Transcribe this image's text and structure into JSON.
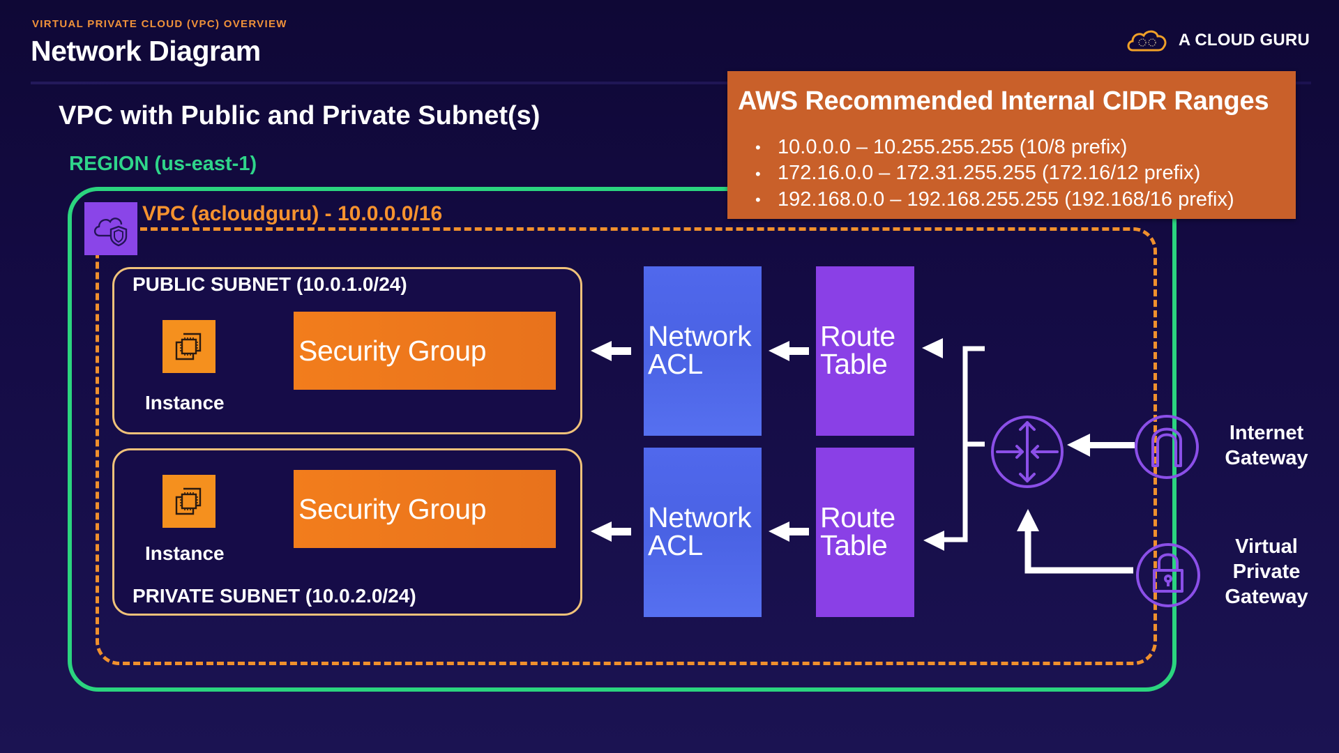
{
  "header": {
    "kicker": "VIRTUAL PRIVATE CLOUD (VPC) OVERVIEW",
    "title": "Network Diagram",
    "brand": {
      "name": "A CLOUD GURU",
      "icon": "cloud-logo-icon"
    }
  },
  "diagram": {
    "subtitle": "VPC with Public and Private Subnet(s)",
    "region": {
      "label": "REGION (us-east-1)",
      "color": "#2bd47f"
    },
    "vpc": {
      "label": "VPC (acloudguru) - 10.0.0.0/16",
      "icon": "vpc-cloud-shield-icon",
      "color": "#f0902d"
    },
    "subnets": [
      {
        "name": "public",
        "label": "PUBLIC SUBNET (10.0.1.0/24)",
        "instance": {
          "label": "Instance",
          "icon": "ec2-instance-icon"
        },
        "security_group": "Security Group",
        "network_acl": {
          "line1": "Network",
          "line2": "ACL"
        },
        "route_table": {
          "line1": "Route",
          "line2": "Table"
        }
      },
      {
        "name": "private",
        "label": "PRIVATE SUBNET (10.0.2.0/24)",
        "instance": {
          "label": "Instance",
          "icon": "ec2-instance-icon"
        },
        "security_group": "Security Group",
        "network_acl": {
          "line1": "Network",
          "line2": "ACL"
        },
        "route_table": {
          "line1": "Route",
          "line2": "Table"
        }
      }
    ],
    "router": {
      "icon": "router-icon"
    },
    "gateways": [
      {
        "label_lines": [
          "Internet",
          "Gateway"
        ],
        "icon": "internet-gateway-icon"
      },
      {
        "label_lines": [
          "Virtual",
          "Private",
          "Gateway"
        ],
        "icon": "vpn-gateway-lock-icon"
      }
    ],
    "colors": {
      "security_group": "#f27d1c",
      "network_acl": "#4f67ea",
      "route_table": "#8a40e6",
      "gateway_icon": "#8b4fe8"
    }
  },
  "cidr_panel": {
    "title": "AWS Recommended Internal CIDR Ranges",
    "ranges": [
      "10.0.0.0 – 10.255.255.255 (10/8 prefix)",
      "172.16.0.0 – 172.31.255.255 (172.16/12 prefix)",
      "192.168.0.0 – 192.168.255.255 (192.168/16 prefix)"
    ],
    "background": "#c9602a"
  }
}
